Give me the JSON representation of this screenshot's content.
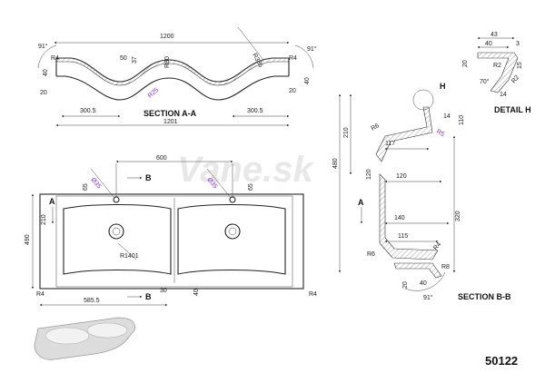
{
  "watermark": "Vane.sk",
  "model_number": "50122",
  "section_aa": {
    "title": "SECTION A-A",
    "dims": {
      "overall_top": "1200",
      "overall_bottom": "1201",
      "left_half": "300.5",
      "right_half": "300.5",
      "r336": "R336",
      "r80": "R80",
      "d50": "50",
      "d37": "37",
      "r25": "R25",
      "r4_left": "R4",
      "r4_right": "R4",
      "d40_left": "40",
      "d40_right": "40",
      "d20_left": "20",
      "d20_right": "20",
      "angle_left": "91°",
      "angle_right": "91°"
    }
  },
  "plan_view": {
    "dims": {
      "center_spacing": "600",
      "hole_left": "Ø35",
      "hole_right": "Ø35",
      "d65_left": "65",
      "d65_right": "65",
      "d210": "210",
      "d490": "490",
      "radius": "R1401",
      "offset": "585.5",
      "d30": "30",
      "d40": "40",
      "r4_left": "R4",
      "r4_right": "R4"
    },
    "markers": {
      "b_top": "B",
      "b_bottom": "B",
      "a_left": "A"
    }
  },
  "section_bb": {
    "title": "SECTION B-B",
    "dims": {
      "d480": "480",
      "d210": "210",
      "d110": "110",
      "d117": "117",
      "d14": "14",
      "r5": "R5",
      "r6_top": "R6",
      "d120_v": "120",
      "d120_h": "120",
      "d320": "320",
      "d140": "140",
      "d115": "115",
      "r6_bottom": "R6",
      "r4": "R4",
      "r8": "R8",
      "d20": "20",
      "d40": "40",
      "angle": "91°"
    },
    "markers": {
      "h": "H",
      "a": "A"
    }
  },
  "detail_h": {
    "title": "DETAIL H",
    "dims": {
      "d43": "43",
      "d40": "40",
      "d3": "3",
      "d20": "20",
      "r2": "R2",
      "d15": "15",
      "r2b": "R2",
      "angle": "70°",
      "d14": "14"
    }
  }
}
